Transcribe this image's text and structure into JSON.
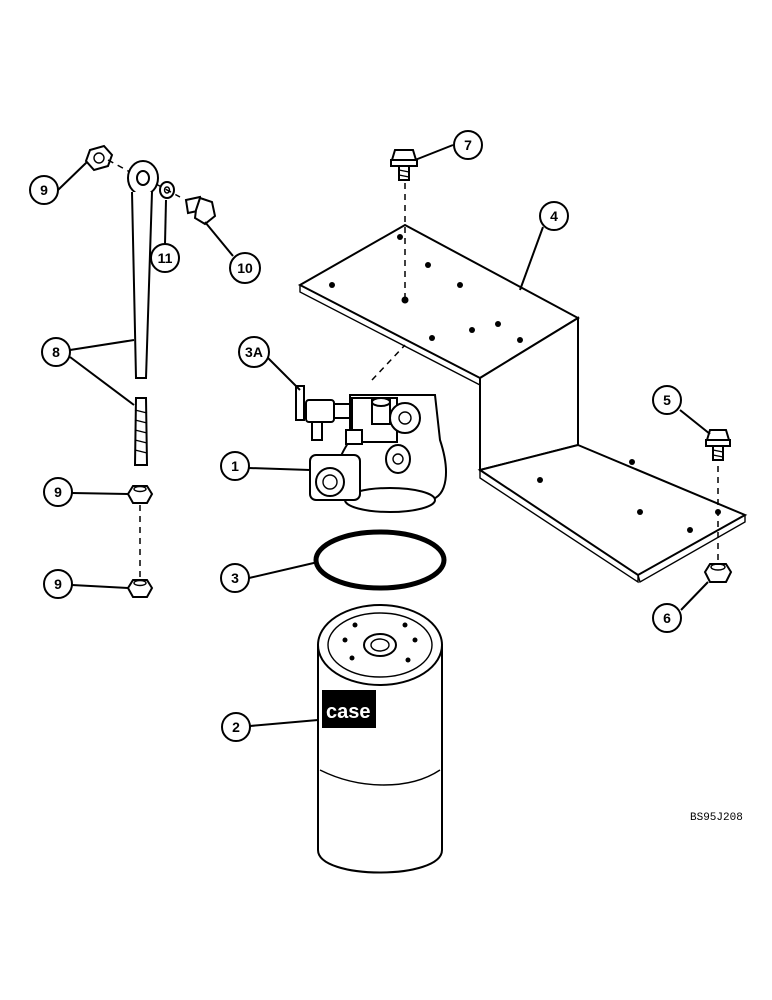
{
  "callouts": {
    "c1": "1",
    "c2": "2",
    "c3": "3",
    "c3a": "3A",
    "c4": "4",
    "c5": "5",
    "c6": "6",
    "c7": "7",
    "c8": "8",
    "c9_top": "9",
    "c9_mid": "9",
    "c9_low": "9",
    "c10": "10",
    "c11": "11"
  },
  "filter_brand": "case",
  "reference_code": "BS95J208"
}
